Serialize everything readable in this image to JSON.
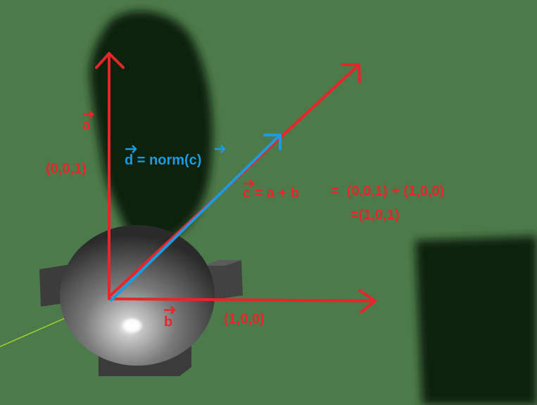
{
  "scene": {
    "background_color": "#4d7a4b",
    "shadow_color": "#0f200f",
    "red": "#e8262a",
    "blue": "#1d9be0",
    "ray_color": "#a4d12a"
  },
  "labels": {
    "vec_a": "a",
    "coord_a": "(0,0,1)",
    "vec_d": "d",
    "eq_d": " = norm(",
    "vec_c_in_d": "c",
    "close_paren": ")",
    "vec_c": "c",
    "eq_c_sum": " = a + b",
    "eq_c_values": "=  (0,0,1) + (1,0,0)",
    "eq_c_result": "=(1,0,1)",
    "vec_b": "b",
    "coord_b": "(1,0,0)"
  }
}
